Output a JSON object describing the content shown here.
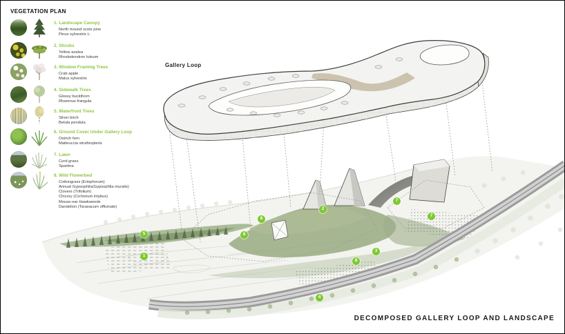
{
  "page": {
    "title": "VEGETATION PLAN",
    "bottom_title": "DECOMPOSED GALLERY LOOP AND LANDSCAPE",
    "gallery_label": "Gallery Loop"
  },
  "colors": {
    "accent_green": "#8DC63F",
    "marker_green": "#7FC832",
    "gallery_slab": "#f3f3f1",
    "tan_path": "#c9c0ab",
    "road_gray": "#9b9b9b"
  },
  "legend": {
    "items": [
      {
        "num": "1",
        "title": "1. Landscape Canopy",
        "lines": [
          "North mound scots pine",
          "Pinus sylvestris L."
        ]
      },
      {
        "num": "2",
        "title": "2. Shrubs",
        "lines": [
          "Yellow azalea",
          "Rhododendron luteum"
        ]
      },
      {
        "num": "3",
        "title": "3. Window Framing Trees",
        "lines": [
          "Crab apple",
          "Malus sylvestris"
        ]
      },
      {
        "num": "4",
        "title": "4. Sidewalk Trees",
        "lines": [
          "Glossy buckthorn",
          "Rhamnus frangula"
        ]
      },
      {
        "num": "5",
        "title": "5. Waterfront Trees",
        "lines": [
          "Silver birch",
          "Betula pendula"
        ]
      },
      {
        "num": "6",
        "title": "6. Ground Cover Under Gallery Loop",
        "lines": [
          "Ostrich fern",
          "Matteuccia struthiopteris"
        ]
      },
      {
        "num": "7",
        "title": "7. Lawn",
        "lines": [
          "Cord grass",
          "Spartina"
        ]
      },
      {
        "num": "8",
        "title": "8. Wild Flowerbed",
        "lines": [
          "Cottongrass (Eriophorum)",
          "Annual Gypsophila(Gypsophila muralis)",
          "Clovers (Trifolium)",
          "Chicory (Cichorium intybus)",
          "Mouse-ear Hawkweeds",
          "Dandelion (Taraxacum officinale)"
        ]
      }
    ]
  },
  "markers": [
    {
      "label": "1"
    },
    {
      "label": "2"
    },
    {
      "label": "3"
    },
    {
      "label": "4"
    },
    {
      "label": "5"
    },
    {
      "label": "6"
    },
    {
      "label": "7"
    },
    {
      "label": "7"
    },
    {
      "label": "8"
    },
    {
      "label": "8"
    }
  ]
}
